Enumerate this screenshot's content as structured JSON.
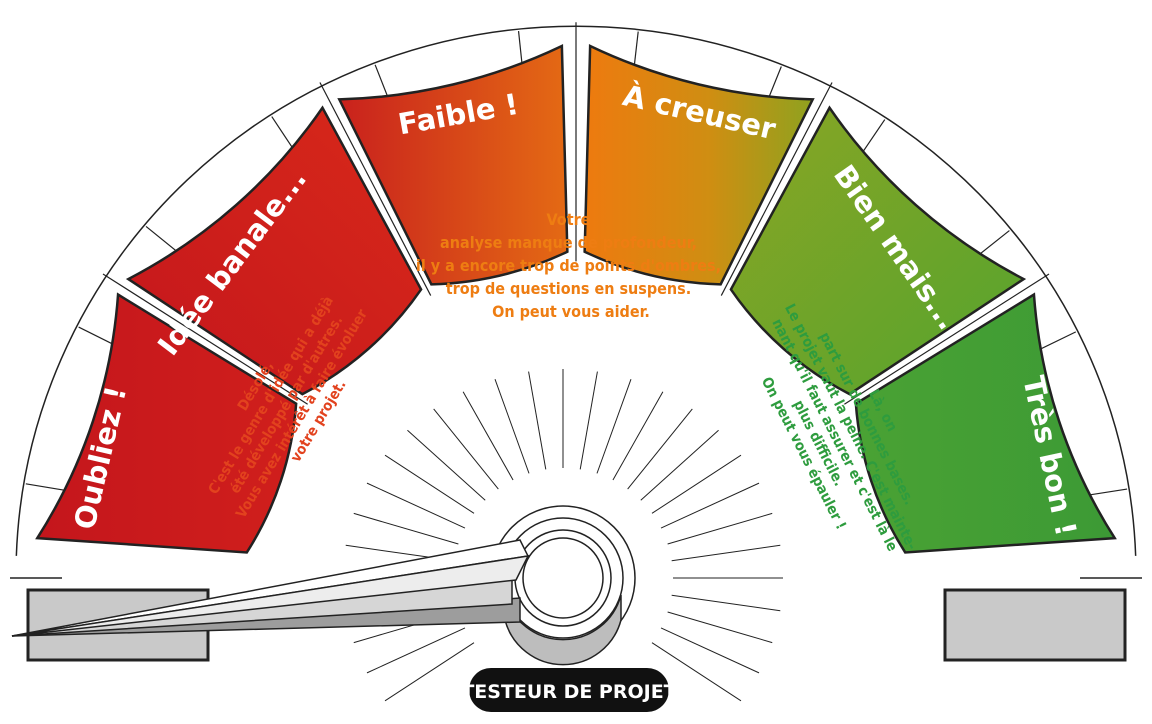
{
  "segments": [
    {
      "label": "Oubliez !"
    },
    {
      "label": "Idée banale..."
    },
    {
      "label": "Faible !"
    },
    {
      "label": "À creuser"
    },
    {
      "label": "Bien mais..."
    },
    {
      "label": "Très bon !"
    }
  ],
  "notes": {
    "left": [
      "Désolé,",
      "C'est le genre d'idée qui a déjà",
      "été développé par d'autres.",
      "Vous avez intérêt à faire évoluer",
      "votre projet."
    ],
    "center": [
      "Votre",
      "analyse manque de profondeur,",
      "il y a encore trop de points d'ombres,",
      "trop de questions en suspens.",
      "On peut vous aider."
    ],
    "right": [
      "Là, on",
      "part sur de bonnes bases.",
      "Le projet vaut la peine. C'est mainte-",
      "nant qu'il faut assurer et c'est là le",
      "plus difficile.",
      "On peut vous épauler !"
    ]
  },
  "badge": "TESTEUR DE PROJET",
  "colors": {
    "red": "#c4161c",
    "orange_red": "#e04a1a",
    "orange": "#e8780f",
    "yellow_green": "#a7a617",
    "green_light": "#6cad2c",
    "green": "#3e9b35",
    "note_left": "#e2421e",
    "note_center": "#ee7d12",
    "note_right": "#2e9c3e",
    "badge_bg": "#111111"
  },
  "gauge": {
    "needle_level": 0.0
  }
}
